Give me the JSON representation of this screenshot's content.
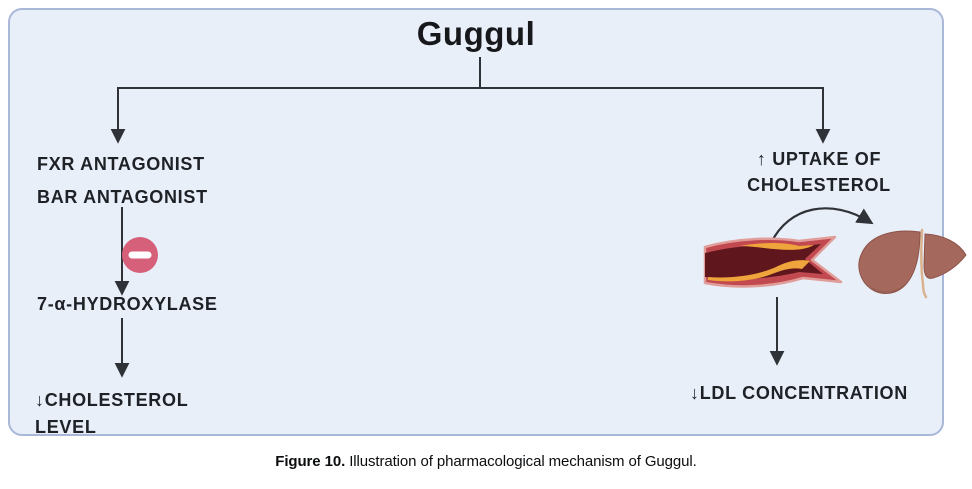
{
  "title": "Guggul",
  "diagram": {
    "left_branch": {
      "antagonists": {
        "line1": "FXR ANTAGONIST",
        "line2": "BAR ANTAGONIST"
      },
      "inhibition_icon": "inhibition-minus-icon",
      "enzyme": "7-α-HYDROXYLASE",
      "outcome": {
        "line1": "↓CHOLESTEROL",
        "line2": "LEVEL"
      }
    },
    "right_branch": {
      "uptake": {
        "line1": "↑ UPTAKE OF",
        "line2": "CHOLESTEROL"
      },
      "artery_icon": "clogged-artery-illustration",
      "liver_icon": "liver-illustration",
      "outcome": "↓LDL CONCENTRATION"
    }
  },
  "caption": {
    "label": "Figure 10.",
    "text": " Illustration of pharmacological mechanism of Guggul."
  },
  "colors": {
    "page_bg": "#ffffff",
    "panel_bg": "#e9eff9",
    "panel_border": "#a9b7d9",
    "text": "#1e2126",
    "line": "#2f3337",
    "inhibition_red": "#d6607a",
    "artery_wall": "#c1494f",
    "artery_edge": "#e09d99",
    "artery_lumen": "#5f171d",
    "plaque_yellow": "#f0a43c",
    "liver_main": "#a4685c",
    "liver_shade": "#8d5349",
    "liver_ligament": "#dab28d"
  }
}
